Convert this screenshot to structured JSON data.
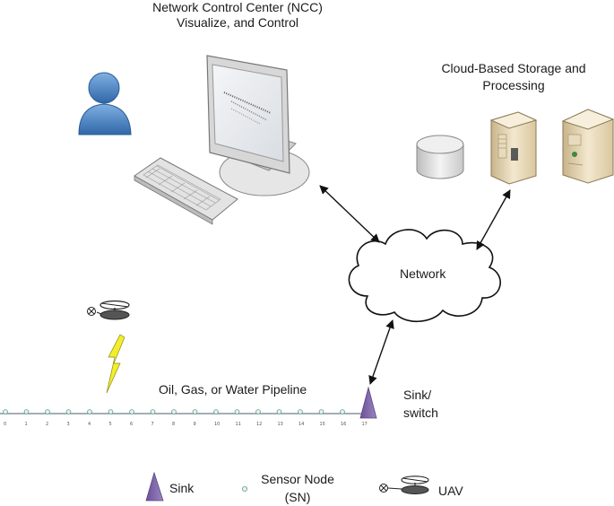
{
  "ncc": {
    "title_line1": "Network Control Center (NCC)",
    "title_line2": "Visualize, and Control"
  },
  "cloud_storage": {
    "title_line1": "Cloud-Based Storage and",
    "title_line2": "Processing"
  },
  "network": {
    "label": "Network"
  },
  "pipeline": {
    "label": "Oil, Gas, or Water Pipeline"
  },
  "sink": {
    "label_line1": "Sink/",
    "label_line2": "switch"
  },
  "sensor_ticks": [
    "0",
    "1",
    "2",
    "3",
    "4",
    "5",
    "6",
    "7",
    "8",
    "9",
    "10",
    "11",
    "12",
    "13",
    "14",
    "15",
    "16",
    "17"
  ],
  "legend": {
    "sink": "Sink",
    "sensor_line1": "Sensor Node",
    "sensor_line2": "(SN)",
    "uav": "UAV"
  },
  "icons": {
    "user": "user-icon",
    "monitor": "monitor-icon",
    "keyboard": "keyboard-icon",
    "database": "database-icon",
    "server": "server-icon",
    "cloud": "cloud-icon",
    "uav": "uav-icon",
    "lightning": "lightning-icon",
    "sink": "sink-icon",
    "sensor": "sensor-node-icon"
  },
  "colors": {
    "user": "#4a84c4",
    "sink": "#7f66a8",
    "sensor": "#5aa080",
    "lightning": "#f2ee2a",
    "server": "#e9dcc0"
  }
}
